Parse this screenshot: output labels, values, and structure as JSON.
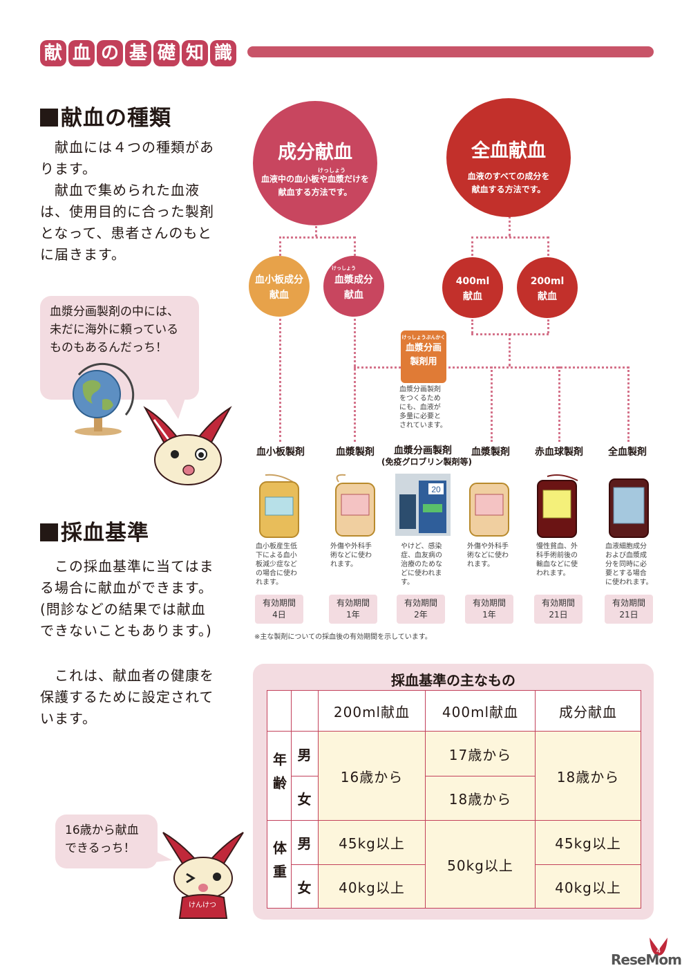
{
  "header": {
    "chars": [
      "献",
      "血",
      "の",
      "基",
      "礎",
      "知",
      "識"
    ]
  },
  "section1": {
    "title": "献血の種類",
    "lines": [
      "　献血には４つの種類があ",
      "ります。",
      "　献血で集められた血液",
      "は、使用目的に合った製剤",
      "となって、患者さんのもと",
      "に届きます。"
    ]
  },
  "bubble1": [
    "血漿分画製剤の中には、",
    "未だに海外に頼っている",
    "ものもあるんだっち！"
  ],
  "section2": {
    "title": "採血基準",
    "lines": [
      "　この採血基準に当てはま",
      "る場合に献血ができます。",
      "(問診などの結果では献血",
      "できないこともあります。)"
    ],
    "lines2": [
      "　これは、献血者の健康を",
      "保護するために設定されて",
      "います。"
    ]
  },
  "bubble2": [
    "16歳から献血",
    "できるっち！"
  ],
  "mascot_badge": "けんけつ",
  "diagram": {
    "component": {
      "title": "成分献血",
      "ruby": "けっしょう",
      "desc": [
        "血液中の血小板や血漿だけを",
        "献血する方法です。"
      ]
    },
    "whole": {
      "title": "全血献血",
      "desc": [
        "血液のすべての成分を",
        "献血する方法です。"
      ]
    },
    "platelet": [
      "血小板成分",
      "献血"
    ],
    "plasma": {
      "ruby": "けっしょう",
      "lines": [
        "血漿成分",
        "献血"
      ]
    },
    "ml400": [
      "400ml",
      "献血"
    ],
    "ml200": [
      "200ml",
      "献血"
    ],
    "fraction": {
      "ruby": "けっしょうぶんかく",
      "lines": [
        "血漿分画",
        "製剤用"
      ],
      "note": [
        "血漿分画製剤",
        "をつくるため",
        "にも、血液が",
        "多量に必要と",
        "されています。"
      ]
    }
  },
  "products": [
    {
      "name": "血小板製剤",
      "desc": [
        "血小板産生低",
        "下による血小",
        "板減少症など",
        "の場合に使わ",
        "れます。"
      ],
      "shelf_label": "有効期間",
      "shelf_value": "4日"
    },
    {
      "name": "血漿製剤",
      "desc": [
        "外傷や外科手",
        "術などに使わ",
        "れます。"
      ],
      "shelf_label": "有効期間",
      "shelf_value": "1年"
    },
    {
      "name": "血漿分画製剤",
      "sub": "(免疫グロブリン製剤等)",
      "desc": [
        "やけど、感染",
        "症、血友病の",
        "治療のためな",
        "どに使われま",
        "す。"
      ],
      "shelf_label": "有効期間",
      "shelf_value": "2年"
    },
    {
      "name": "血漿製剤",
      "desc": [
        "外傷や外科手",
        "術などに使わ",
        "れます。"
      ],
      "shelf_label": "有効期間",
      "shelf_value": "1年"
    },
    {
      "name": "赤血球製剤",
      "desc": [
        "慢性貧血、外",
        "科手術前後の",
        "輸血などに使",
        "われます。"
      ],
      "shelf_label": "有効期間",
      "shelf_value": "21日"
    },
    {
      "name": "全血製剤",
      "desc": [
        "血液細胞成分",
        "および血漿成",
        "分を同時に必",
        "要とする場合",
        "に使われます。"
      ],
      "shelf_label": "有効期間",
      "shelf_value": "21日"
    }
  ],
  "vial_label": "20",
  "footnote": "※主な製剤についての採血後の有効期間を示しています。",
  "table": {
    "title": "採血基準の主なもの",
    "col_headers": [
      "200ml献血",
      "400ml献血",
      "成分献血"
    ],
    "row_groups": [
      "年齢",
      "体重"
    ],
    "sex_male": "男",
    "sex_female": "女",
    "age_200": "16歳から",
    "age_400_male": "17歳から",
    "age_400_female": "18歳から",
    "age_component": "18歳から",
    "weight_200_male": "45kg以上",
    "weight_200_female": "40kg以上",
    "weight_400": "50kg以上",
    "weight_component_male": "45kg以上",
    "weight_component_female": "40kg以上"
  },
  "page_number": "4",
  "logo": "ReseMom"
}
